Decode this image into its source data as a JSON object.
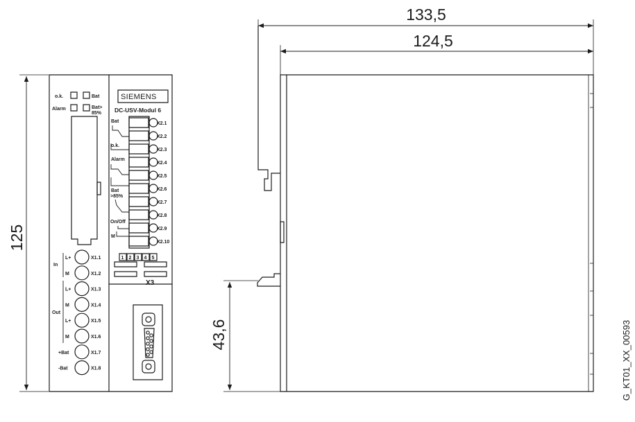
{
  "dimensions": {
    "height_total": "125",
    "depth_total": "133,5",
    "depth_body": "124,5",
    "rail_height": "43,6"
  },
  "device": {
    "brand": "SIEMENS",
    "model": "DC-USV-Modul 6",
    "indicators": [
      {
        "label": "o.k."
      },
      {
        "label": "Bat"
      },
      {
        "label": "Alarm"
      },
      {
        "label": "Bat>",
        "label2": "85%"
      }
    ],
    "relay_groups": [
      {
        "label": "Bat"
      },
      {
        "label": "o.k."
      },
      {
        "label": "Alarm"
      },
      {
        "label": "Bat",
        "label2": ">85%"
      },
      {
        "label": "On/Off"
      },
      {
        "label": "M"
      }
    ],
    "x2_terminals": [
      "X2.1",
      "X2.2",
      "X2.3",
      "X2.4",
      "X2.5",
      "X2.6",
      "X2.7",
      "X2.8",
      "X2.9",
      "X2.10"
    ],
    "x3_label": "X3",
    "x3_pins": [
      "1",
      "2",
      "3",
      "4",
      "5"
    ],
    "x1_groups": [
      {
        "label": "In"
      },
      {
        "label": "Out"
      }
    ],
    "x1_side_labels": [
      "L+",
      "M",
      "L+",
      "M",
      "L+",
      "M",
      "+Bat",
      "-Bat"
    ],
    "x1_terminals": [
      "X1.1",
      "X1.2",
      "X1.3",
      "X1.4",
      "X1.5",
      "X1.6",
      "X1.7",
      "X1.8"
    ]
  },
  "drawing_code": "G_KT01_XX_00593",
  "colors": {
    "line": "#1a1a1a",
    "background": "#ffffff"
  }
}
